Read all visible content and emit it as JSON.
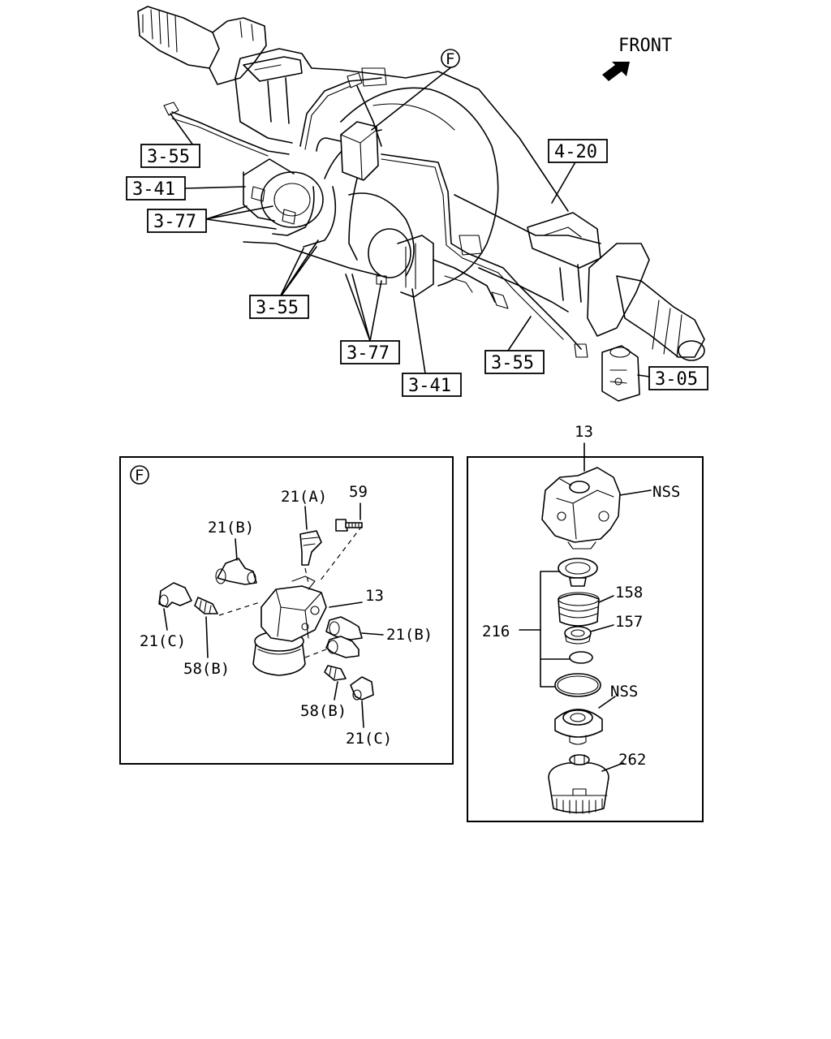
{
  "front_label": "FRONT",
  "callouts": {
    "main": {
      "flag_f": "F",
      "ref_3_55_a": "3-55",
      "ref_3_41_a": "3-41",
      "ref_3_77_a": "3-77",
      "ref_3_55_b": "3-55",
      "ref_3_77_b": "3-77",
      "ref_3_41_b": "3-41",
      "ref_3_55_c": "3-55",
      "ref_4_20": "4-20",
      "ref_3_05": "3-05"
    },
    "detail_f": {
      "flag": "F",
      "p21a": "21(A)",
      "p59": "59",
      "p21b_top": "21(B)",
      "p13": "13",
      "p21b_right": "21(B)",
      "p21c_left": "21(C)",
      "p58b_left": "58(B)",
      "p58b_right": "58(B)",
      "p21c_right": "21(C)"
    },
    "valve_kit": {
      "p13": "13",
      "nss_top": "NSS",
      "p158": "158",
      "p157": "157",
      "p216": "216",
      "nss_bottom": "NSS",
      "p262": "262"
    }
  }
}
